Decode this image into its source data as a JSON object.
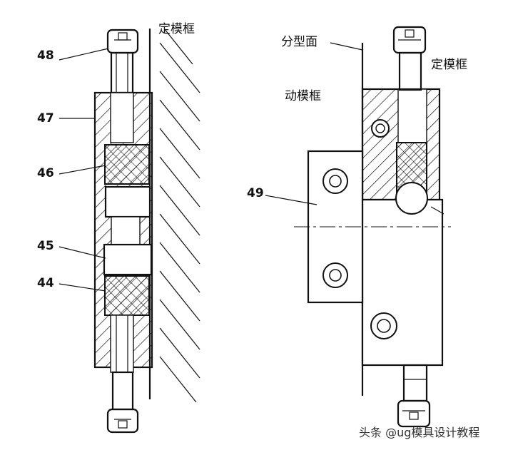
{
  "left_view": {
    "frame_label": "定模框",
    "callouts": [
      "48",
      "47",
      "46",
      "45",
      "44"
    ]
  },
  "right_view": {
    "parting_label": "分型面",
    "fixed_frame_label": "定模框",
    "moving_frame_label": "动模框",
    "callout": "49"
  },
  "watermark": "头条 @ug模具设计教程"
}
